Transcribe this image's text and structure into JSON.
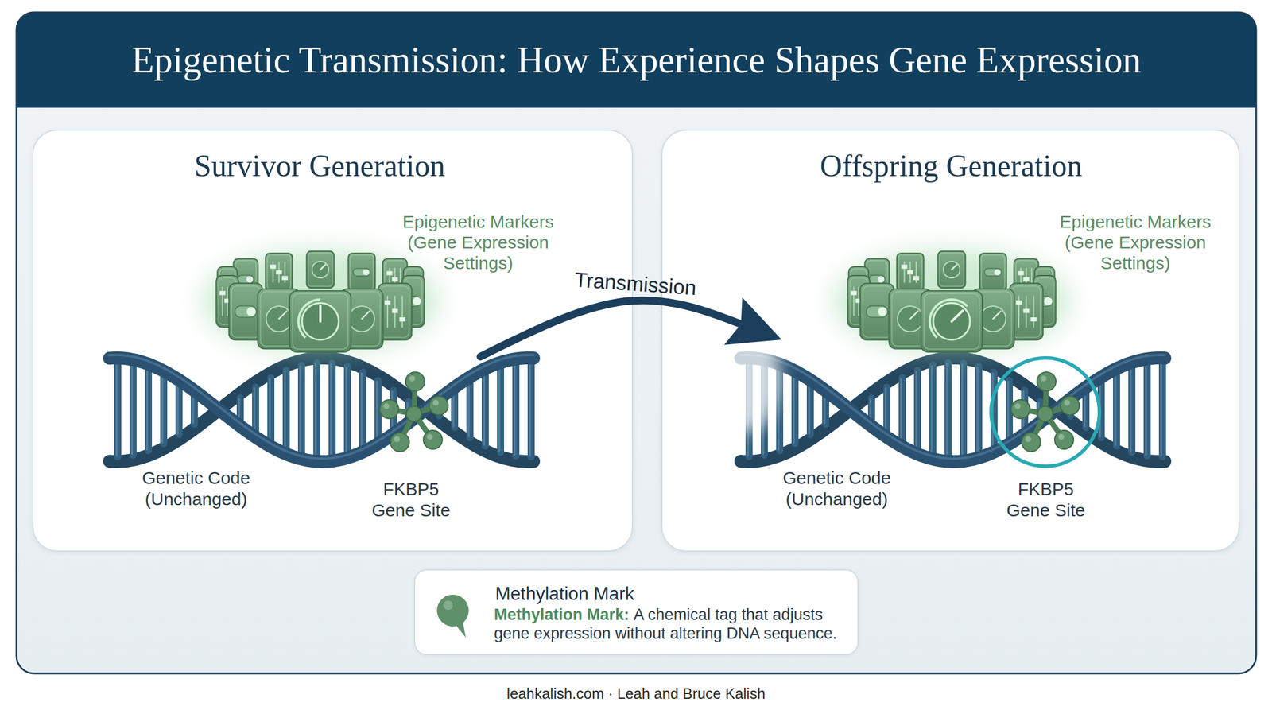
{
  "diagram": {
    "title": "Epigenetic Transmission: How Experience Shapes Gene Expression",
    "caption": "leahkalish.com · Leah and Bruce Kalish",
    "nodes": [
      {
        "text": [
          "Survivor Generation",
          "Epigenetic Markers (Gene Expression Settings)",
          "Genetic Code (Unchanged)",
          "FKBP5 Gene Site"
        ]
      },
      {
        "text": [
          "Offspring Generation",
          "Epigenetic Markers (Gene Expression Settings)",
          "Genetic Code (Unchanged)",
          "FKBP5 Gene Site"
        ]
      }
    ],
    "edges": [
      {
        "from": 0,
        "to": 1,
        "label": "Transmission",
        "arrow": "to"
      }
    ],
    "labels": [
      "Methylation Mark:",
      "A chemical tag that adjusts gene expression without altering DNA sequence."
    ],
    "legend": [
      {
        "text": "Methylation Mark",
        "color": "#5e9169"
      }
    ]
  }
}
